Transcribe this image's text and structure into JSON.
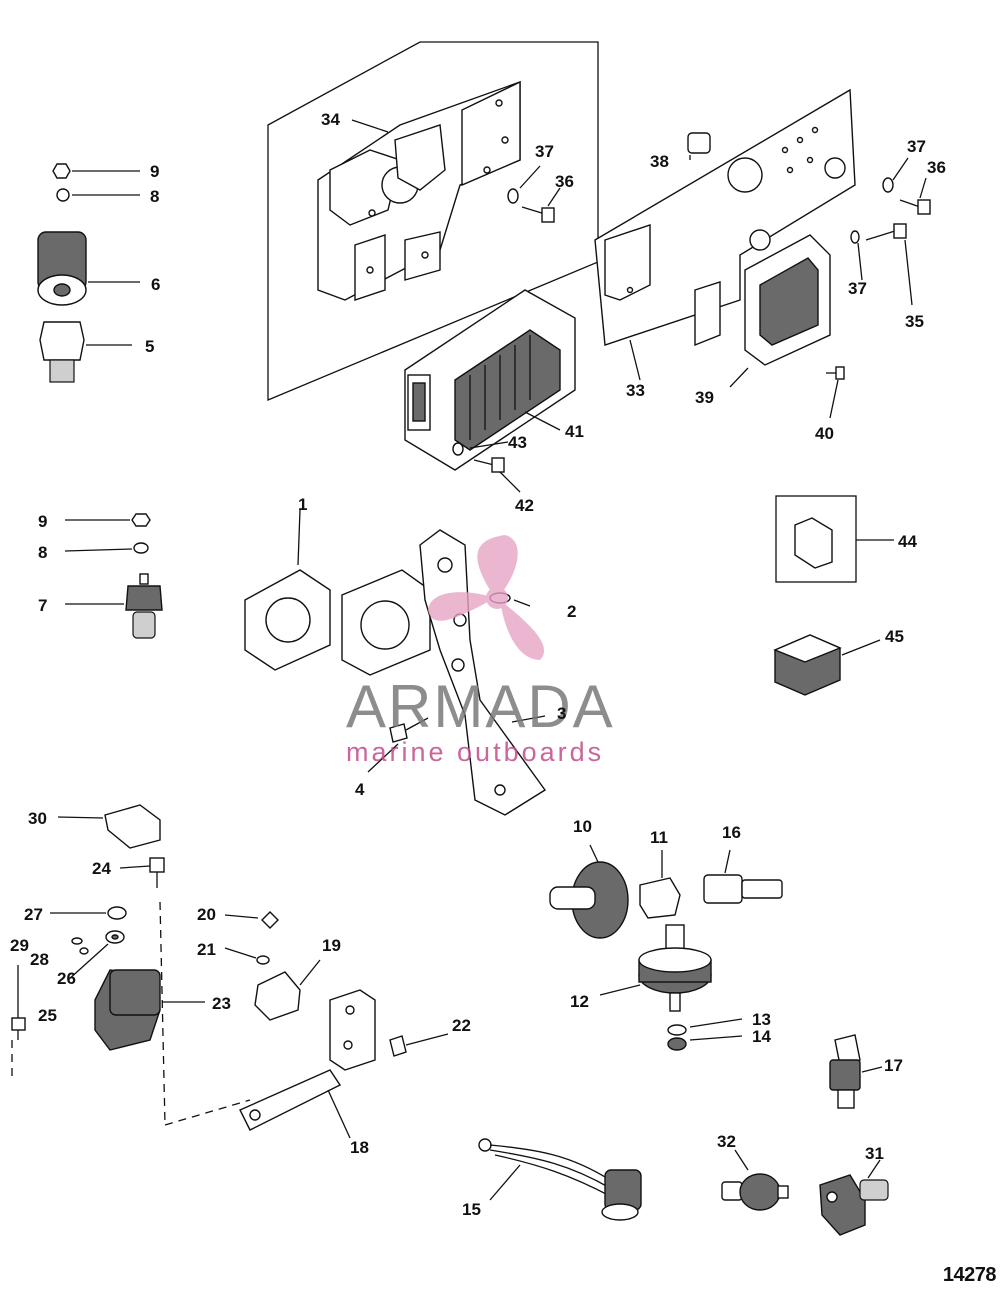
{
  "diagram": {
    "reference_number": "14278",
    "watermark": {
      "brand": "ARMADA",
      "tagline": "marine outboards",
      "logo_color": "#e7a4c4",
      "text_color": "#7a7a7a"
    },
    "callouts": [
      "1",
      "2",
      "3",
      "4",
      "5",
      "6",
      "7",
      "8",
      "8",
      "9",
      "9",
      "10",
      "11",
      "12",
      "13",
      "14",
      "15",
      "16",
      "17",
      "18",
      "19",
      "20",
      "21",
      "22",
      "23",
      "24",
      "25",
      "26",
      "27",
      "28",
      "29",
      "30",
      "31",
      "32",
      "33",
      "34",
      "35",
      "36",
      "36",
      "37",
      "37",
      "37",
      "38",
      "39",
      "40",
      "41",
      "42",
      "43",
      "44",
      "45"
    ]
  }
}
